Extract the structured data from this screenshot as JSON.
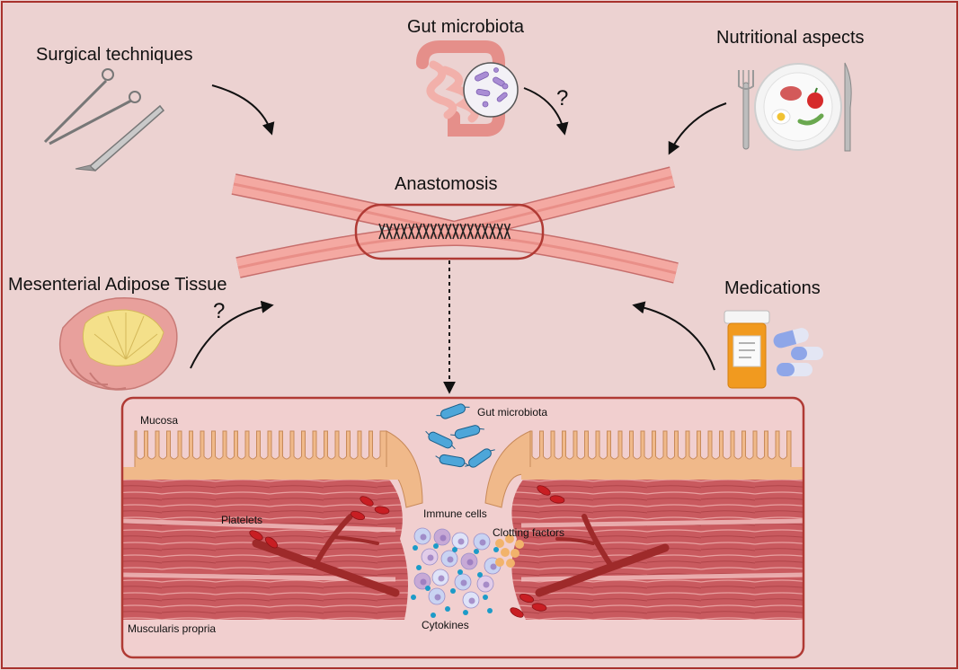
{
  "factors": {
    "surgical": "Surgical techniques",
    "microbiota": "Gut microbiota",
    "nutritional": "Nutritional aspects",
    "adipose": "Mesenterial Adipose Tissue",
    "medications": "Medications"
  },
  "center": {
    "title": "Anastomosis"
  },
  "question_marks": {
    "microbiota": "?",
    "adipose": "?"
  },
  "detail": {
    "mucosa": "Mucosa",
    "gut_microbiota": "Gut microbiota",
    "immune_cells": "Immune cells",
    "platelets": "Platelets",
    "clotting_factors": "Clotting factors",
    "cytokines": "Cytokines",
    "muscularis": "Muscularis propria"
  },
  "colors": {
    "background": "#ecd2d1",
    "border": "#a8322d",
    "tube": "#f3a8a0",
    "mucosa": "#f0b98a",
    "muscle": "#c5535a",
    "vessel": "#9e2a2a"
  }
}
